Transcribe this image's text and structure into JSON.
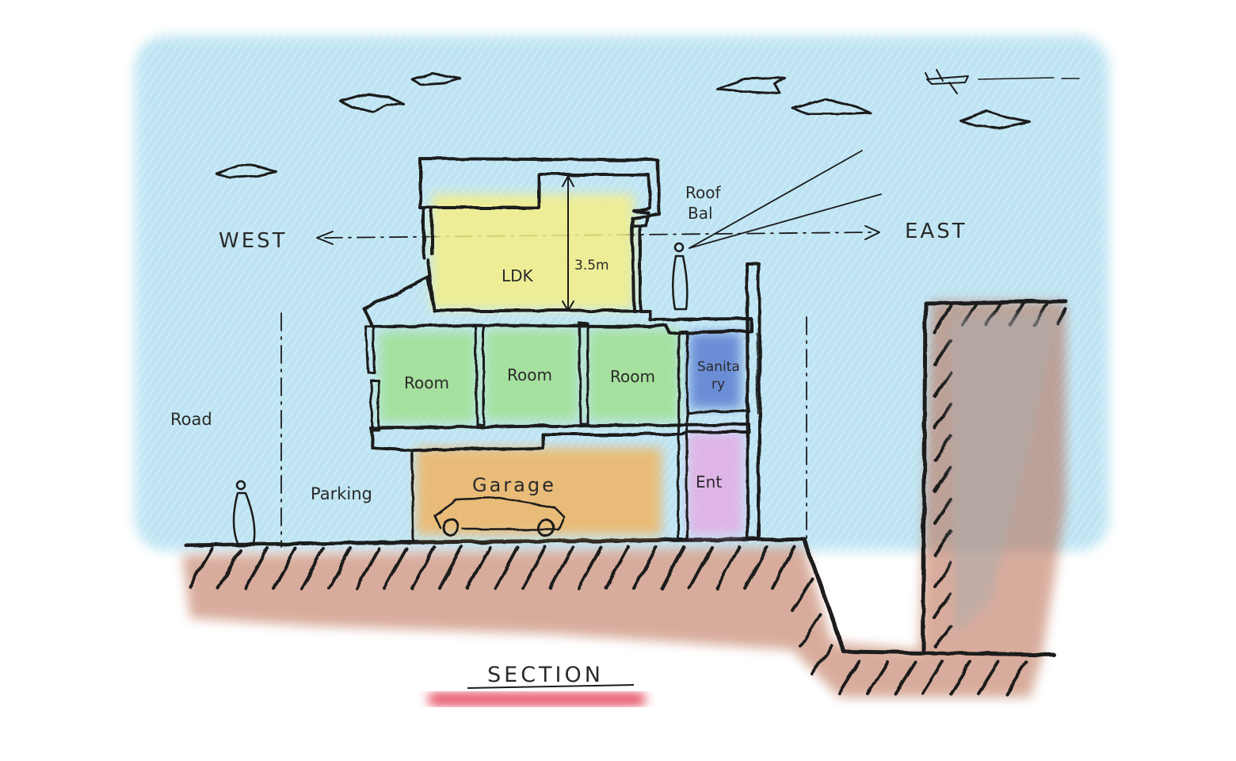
{
  "directions": {
    "west": "WEST",
    "east": "EAST"
  },
  "title": "SECTION",
  "labels": {
    "roof_balcony_line1": "Roof",
    "roof_balcony_line2": "Bal",
    "ldk": "LDK",
    "height_dim": "3.5m",
    "room_1": "Room",
    "room_2": "Room",
    "room_3": "Room",
    "sanitary_line1": "Sanita",
    "sanitary_line2": "ry",
    "road": "Road",
    "parking": "Parking",
    "garage": "Garage",
    "entrance": "Ent"
  },
  "colors": {
    "sky": "#a9dcef",
    "ldk_fill": "#f5ef86",
    "room_fill": "#9fe08a",
    "sanitary_fill": "#5c7fd1",
    "garage_fill": "#f3b25a",
    "entrance_fill": "#eaa6e3",
    "ground": "#b96a4e",
    "concrete": "#9a9a9a",
    "title_underline": "#e0334a"
  }
}
